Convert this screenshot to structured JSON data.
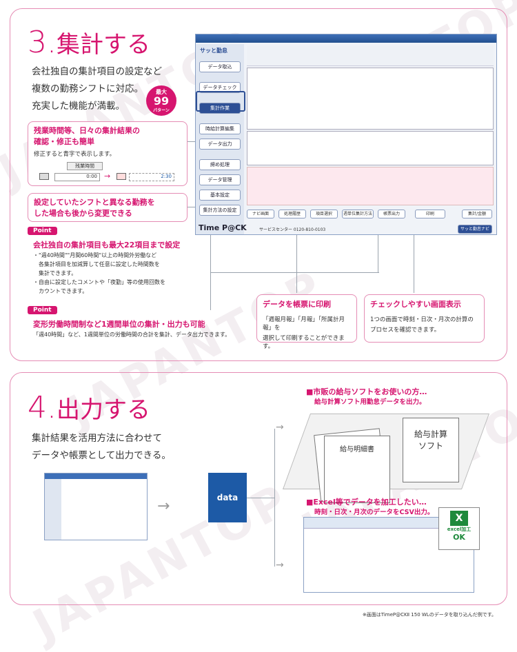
{
  "watermark": "JAPANTOP",
  "s3": {
    "num": "3.",
    "title": "集計する",
    "lead": [
      "会社独自の集計項目の設定など",
      "複数の勤務シフトに対応。",
      "充実した機能が満載。"
    ],
    "badge": {
      "top": "最大",
      "num": "99",
      "bottom": "パターン"
    },
    "box1": {
      "head1": "残業時間等、日々の集計結果の",
      "head2": "確認・修正も簡単",
      "sub": "修正すると青字で表示します。",
      "label": "残業時間",
      "v1": "0:00",
      "v2": "2:30"
    },
    "box2": {
      "head1": "設定していたシフトと異なる勤務を",
      "head2": "した場合も後から変更できる"
    },
    "p1": {
      "tag": "Point",
      "head": "会社独自の集計項目も最大22項目まで設定",
      "l1": "・\"週40時間\"\"月間60時間\"以上の時間外労働など",
      "l2": "各集計項目を加減算して任意に設定した時間数を",
      "l3": "集計できます。",
      "l4": "・自由に設定したコメントや「夜勤」等の使用回数を",
      "l5": "カウントできます。"
    },
    "p2": {
      "tag": "Point",
      "head": "変形労働時間制など1週間単位の集計・出力も可能",
      "l1": "「週40時間」など、1週間単位の労働時間の合計を集計、データ出力できます。"
    },
    "box3": {
      "head": "データを帳票に印刷",
      "l1": "「週報月報」「月報」「所属計月報」を",
      "l2": "選択して印刷することができます。"
    },
    "box4": {
      "head": "チェックしやすい画面表示",
      "l1": "1つの画面で時刻・日次・月次の計算の",
      "l2": "プロセスを確認できます。"
    },
    "app": {
      "logo": "サッと勤怠",
      "side": [
        "データ取込",
        "データチェック",
        "集計作業",
        "時給計算編集",
        "データ出力",
        "締め処理",
        "データ管理",
        "基本設定",
        "集計方法の設定"
      ],
      "buttons": [
        "ナビ画面",
        "処理履歴",
        "項目選択",
        "週単位集計方法",
        "帳票出力",
        "印刷",
        "集計/金額"
      ],
      "brand": "Time P@CK",
      "center": "サービスセンター 0120-810-0103",
      "navbtn": "サッと勤怠ナビ"
    }
  },
  "s4": {
    "num": "4.",
    "title": "出力する",
    "lead": [
      "集計結果を活用方法に合わせて",
      "データや帳票として出力できる。"
    ],
    "data": "data",
    "h1": "■市販の給与ソフトをお使いの方…",
    "sub1": "給与計算ソフト用勤怠データを出力。",
    "paper1": "給与明細書",
    "paper2a": "給与計算",
    "paper2b": "ソフト",
    "h2": "■Excel等でデータを加工したい…",
    "sub2": "時刻・日次・月次のデータをCSV出力。",
    "xl": "excel加工",
    "ok": "OK",
    "foot": "※画面はTimeP@CKⅡ 150 WLのデータを取り込んだ例です。"
  }
}
